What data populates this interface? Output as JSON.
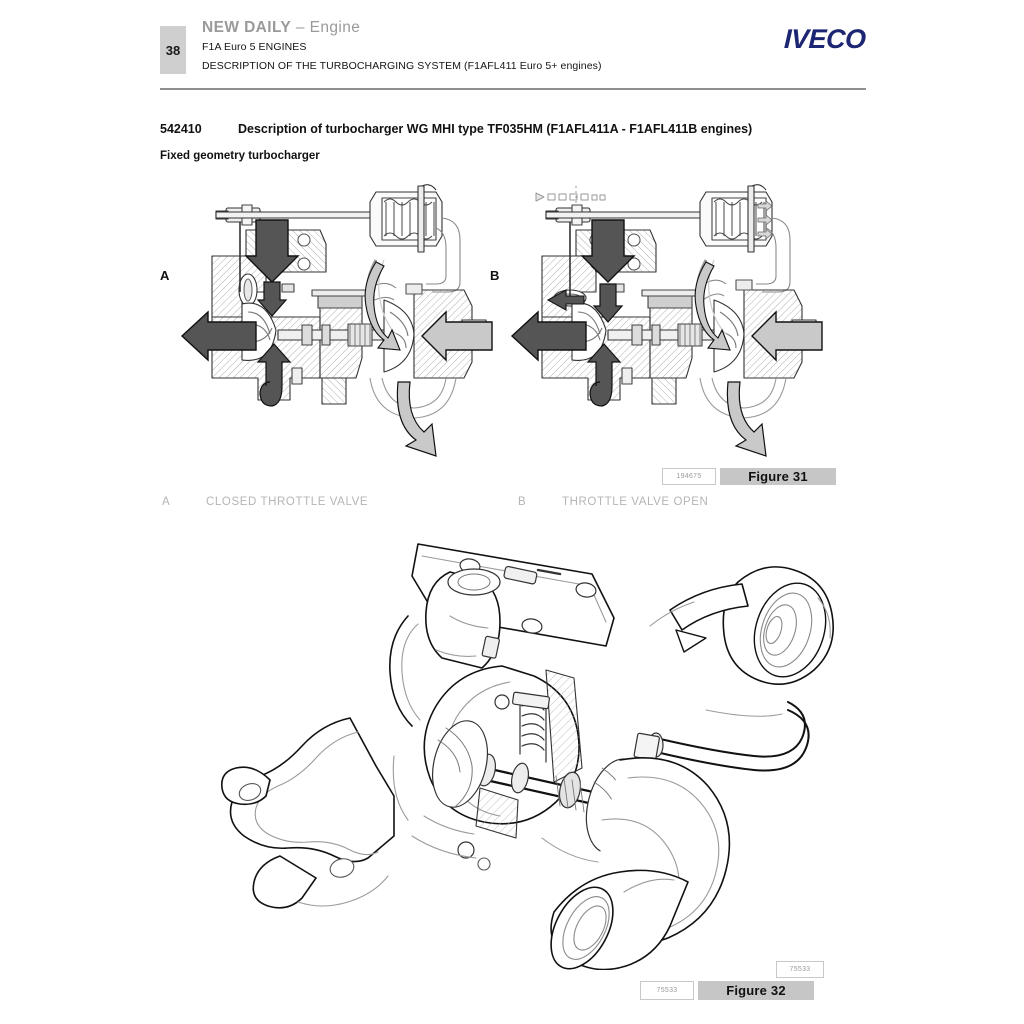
{
  "header": {
    "page_number": "38",
    "title_bold": "NEW DAILY",
    "title_rest": " – Engine",
    "subtitle1": "F1A Euro 5 ENGINES",
    "subtitle2": "DESCRIPTION OF THE TURBOCHARGING SYSTEM (F1AFL411 Euro 5+ engines)",
    "brand": "IVECO",
    "brand_color": "#1d2673"
  },
  "section": {
    "code": "542410",
    "title": "Description of turbocharger WG MHI type TF035HM (F1AFL411A - F1AFL411B engines)",
    "subtitle": "Fixed geometry turbocharger"
  },
  "figure31": {
    "panel_a_letter": "A",
    "panel_b_letter": "B",
    "reference_code": "194675",
    "caption": "Figure 31",
    "legend": [
      {
        "key": "A",
        "text": "CLOSED THROTTLE VALVE"
      },
      {
        "key": "B",
        "text": "THROTTLE VALVE OPEN"
      }
    ],
    "flow_colors": {
      "exhaust_dark": "#555555",
      "intake_light": "#c9c9c9",
      "hatching": "#b9b9b9",
      "outline": "#1a1a1a"
    }
  },
  "figure32": {
    "reference_code_top": "75533",
    "reference_code_bar": "75533",
    "caption": "Figure 32"
  }
}
